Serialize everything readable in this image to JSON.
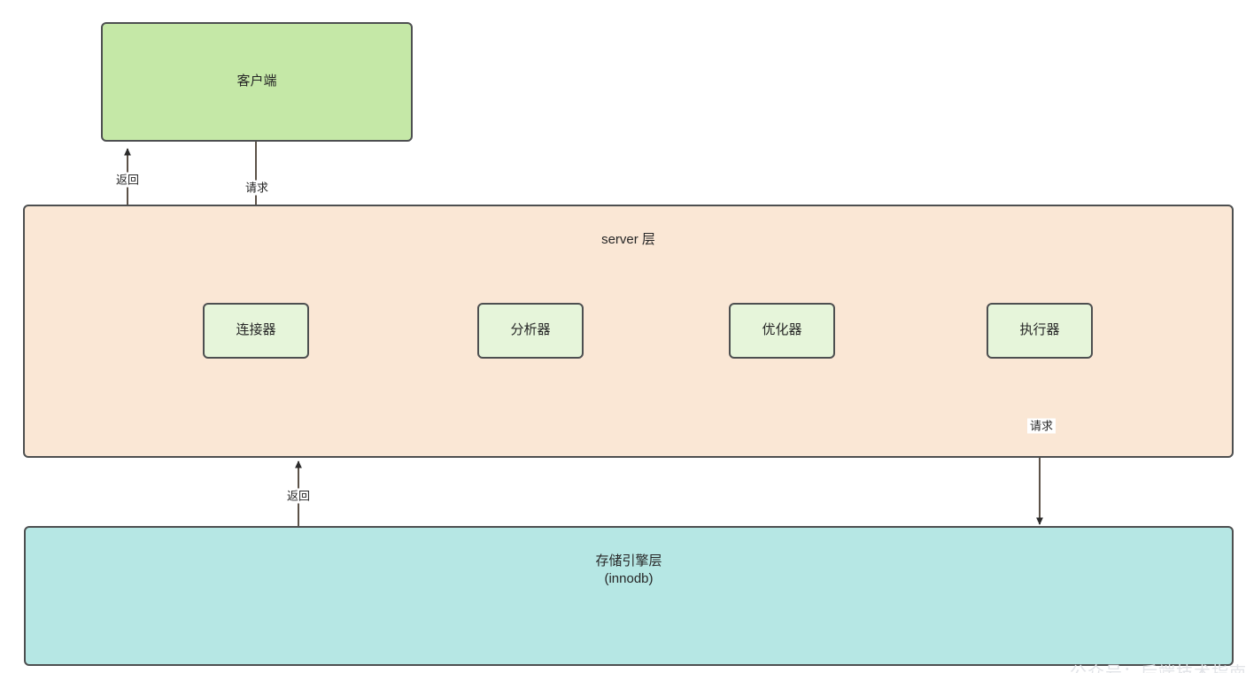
{
  "diagram": {
    "title_client": "客户端",
    "layers": [
      {
        "id": "server",
        "label": "server 层",
        "fill": "#fae7d5"
      },
      {
        "id": "storage",
        "label": "存储引擎层\n(innodb)",
        "fill": "#b6e7e4"
      }
    ],
    "process_nodes": [
      {
        "id": "connector",
        "label": "连接器"
      },
      {
        "id": "analyzer",
        "label": "分析器"
      },
      {
        "id": "optimizer",
        "label": "优化器"
      },
      {
        "id": "executor",
        "label": "执行器"
      }
    ],
    "edge_labels": {
      "client_return": "返回",
      "client_request": "请求",
      "storage_return": "返回",
      "storage_request": "请求"
    },
    "colors": {
      "client_fill": "#c5e8a7",
      "server_fill": "#fae7d5",
      "storage_fill": "#b6e7e4",
      "process_fill": "#e6f5da",
      "stroke": "#4d4f50",
      "edge_stroke": "#5c5248",
      "background": "#ffffff"
    },
    "watermark": "公众号：后端技术指南"
  }
}
